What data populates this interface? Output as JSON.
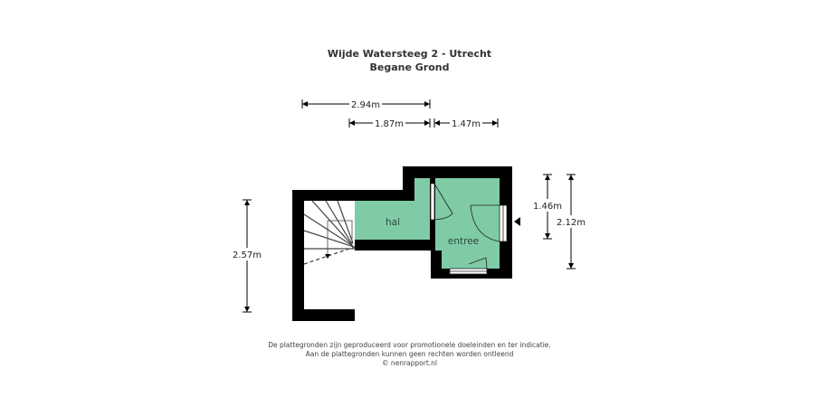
{
  "header": {
    "title": "Wijde Watersteeg 2 - Utrecht",
    "subtitle": "Begane Grond"
  },
  "dimensions": {
    "top_total": "2.94m",
    "top_left": "1.87m",
    "top_right": "1.47m",
    "right_inner": "1.46m",
    "right_outer": "2.12m",
    "left": "2.57m"
  },
  "rooms": {
    "hal": "hal",
    "entree": "entree"
  },
  "colors": {
    "room_fill": "#7fcba6",
    "wall": "#000000"
  },
  "footer": {
    "line1": "De plattegronden zijn geproduceerd voor promotionele doeleinden en ter indicatie.",
    "line2": "Aan de plattegronden kunnen geen rechten worden ontleend",
    "line3": "© nenrapport.nl"
  }
}
